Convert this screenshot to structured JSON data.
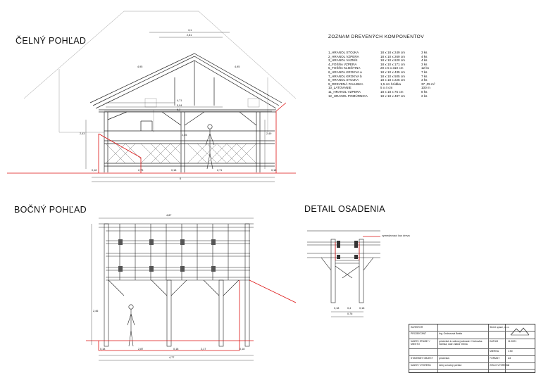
{
  "headings": {
    "front_view": "ČELNÝ POHĽAD",
    "side_view": "BOČNÝ POHĽAD",
    "detail": "DETAIL OSADENIA"
  },
  "components": {
    "title": "ZOZNAM DREVENÝCH KOMPONENTOV",
    "rows": [
      {
        "name": "1_HRANOL STOJKA",
        "dim": "18 x 18 x 249 cm",
        "qty": "3 ks"
      },
      {
        "name": "2_HRANOL VZPERA",
        "dim": "18 x 10 x 269 cm",
        "qty": "4 ks"
      },
      {
        "name": "3_HRANOL VAZNÍK",
        "dim": "18 x 10 x 620 cm",
        "qty": "4 ks"
      },
      {
        "name": "4_FOŠŇA VZPERA",
        "dim": "18 x 10 x 171 cm",
        "qty": "3 ks"
      },
      {
        "name": "5_FOŠŇA KLIEŠTINA",
        "dim": "20 x 5 x 310 cm",
        "qty": "12 ks"
      },
      {
        "name": "6_HRANOL KROKVA a",
        "dim": "18 x 10 x 435 cm",
        "qty": "7 ks"
      },
      {
        "name": "7_HRANOL KROKVA b",
        "dim": "18 x 10 x 505 cm",
        "qty": "7 ks"
      },
      {
        "name": "8_HRANOL STOJKA",
        "dim": "18 x 18 x 225 cm",
        "qty": "3 ks"
      },
      {
        "name": "9_DREVENÁ PALUBKA",
        "dim": "1,5 cm hrúbka",
        "qty": "37 ,05 m²"
      },
      {
        "name": "10_LATOVANIE",
        "dim": "5 x 4 cm",
        "qty": "100 m"
      },
      {
        "name": "11_HRANOL VZPERA",
        "dim": "18 x 18 x 75 cm",
        "qty": "8 ks"
      },
      {
        "name": "12_HRANOL POMÚRNICA",
        "dim": "18 x 18 x 487 cm",
        "qty": "2 ks"
      }
    ]
  },
  "front_dims": {
    "top_31": "3,1",
    "top_281": "2,81",
    "rafter_l": "4,95",
    "rafter_r": "4,95",
    "w_471": "4,71",
    "w_504": "5,04",
    "w_62": "6,2",
    "h_243": "2,43",
    "h_225": "2,25",
    "h_249": "2,49",
    "b_018a": "0,18",
    "b_275": "2,75",
    "b_018b": "0,18",
    "b_271": "2,71",
    "b_018c": "0,18",
    "total": "6"
  },
  "side_dims": {
    "top_487": "4,87",
    "h_246": "2,46",
    "b_018a": "0,18",
    "b_287": "2,87",
    "b_018b": "0,18",
    "b_217": "2,17",
    "b_018c": "0,18",
    "total": "4,77"
  },
  "detail": {
    "callout": "vymedzovací kus dreva",
    "d_018a": "0,18",
    "d_04": "0,4",
    "d_018b": "0,18",
    "d_076": "0,76"
  },
  "title_block": {
    "rows": [
      {
        "label": "INVESTOR",
        "value": "",
        "k": "",
        "v": ""
      },
      {
        "label": "PROJEKTANT",
        "value": "Ing. Ondrusová Beáta",
        "k": "",
        "v": ""
      },
      {
        "label": "NÁZOV STAVBY / MIESTO",
        "value": "prístrešok k rodinnej záhrade / Hrebovka-Varinka, časť Zlatná Vrbina",
        "k": "DÁTUM",
        "v": "11.2021"
      },
      {
        "label": "",
        "value": "",
        "k": "MIERKA",
        "v": "1:50"
      },
      {
        "label": "STAVEBNÝ OBJEKT",
        "value": "prístrešok",
        "k": "FORMÁT",
        "v": "A3"
      },
      {
        "label": "NÁZOV VÝKRESU",
        "value": "čelný a bočný pohľad",
        "k": "ČÍSLO VÝKRESU",
        "v": "3"
      }
    ],
    "company": "Street space, s.r.o."
  }
}
